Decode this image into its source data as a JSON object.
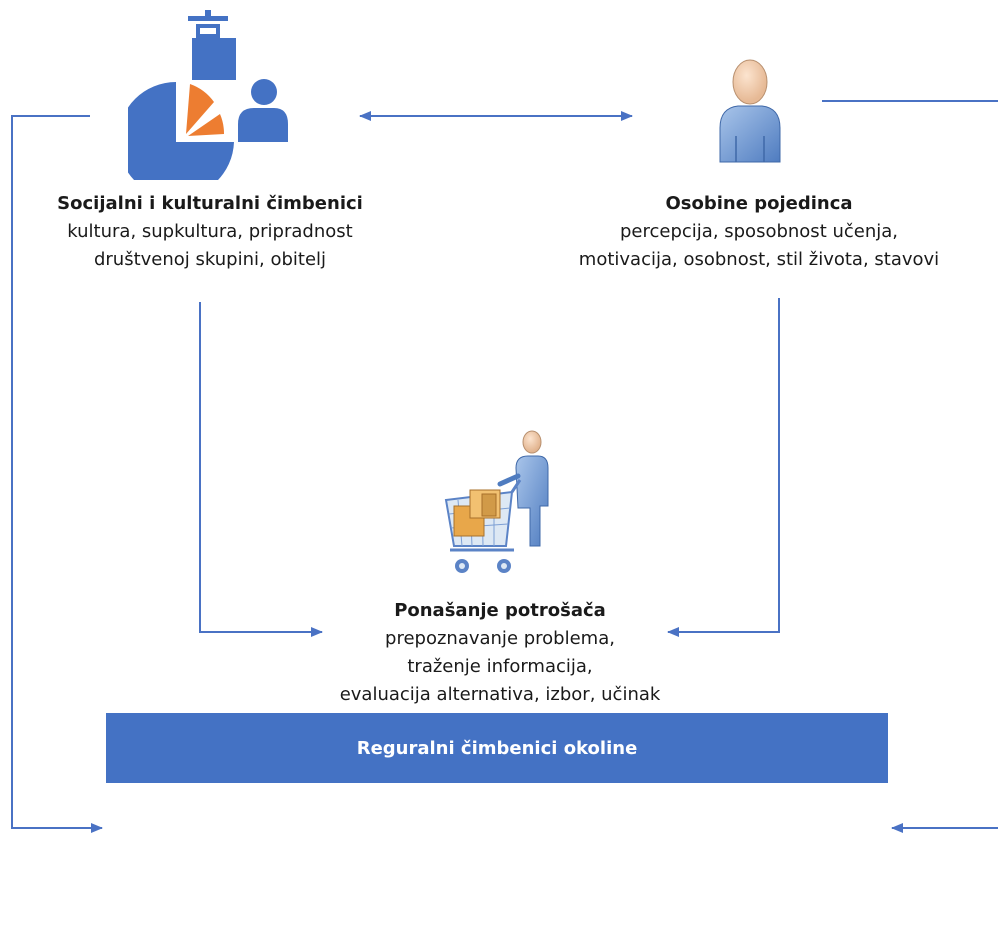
{
  "nodes": {
    "social": {
      "title": "Socijalni i kulturalni čimbenici",
      "line1": "kultura, supkultura, pripradnost",
      "line2": "društvenoj skupini, obitelj"
    },
    "individual": {
      "title": "Osobine pojedinca",
      "line1": "percepcija, sposobnost učenja,",
      "line2": "motivacija, osobnost, stil života, stavovi"
    },
    "behaviour": {
      "title": "Ponašanje potrošača",
      "line1": "prepoznavanje problema,",
      "line2": "traženje informacija,",
      "line3": "evaluacija alternativa, izbor, učinak"
    }
  },
  "environment": {
    "label": "Reguralni čimbenici okoline"
  },
  "icons": {
    "social": "pie-chart-people-shopping-bag-icon",
    "individual": "person-icon",
    "behaviour": "shopping-cart-person-icon"
  },
  "colors": {
    "accent": "#4472c4",
    "orange": "#ed7d31",
    "connector": "#4a72c4"
  }
}
